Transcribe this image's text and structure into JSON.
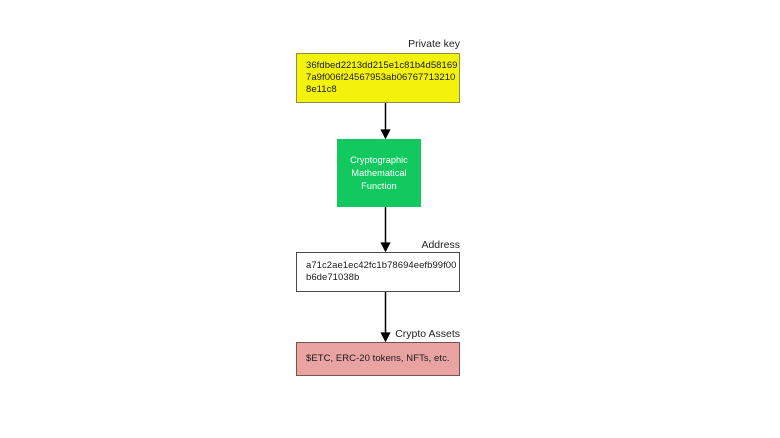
{
  "diagram": {
    "background_color": "#ffffff",
    "nodes": [
      {
        "id": "private-key",
        "label": "Private key",
        "text": "36fdbed2213dd215e1c81b4d58169\n7a9f006f24567953ab06767713210\n8e11c8",
        "fill": "#f2f20d",
        "stroke": "#8f8f3a",
        "text_color": "#1c1c1c"
      },
      {
        "id": "crypto-function",
        "label": "",
        "text": "Cryptographic\nMathematical\nFunction",
        "fill": "#11c95f",
        "stroke": "#11c95f",
        "text_color": "#ffffff"
      },
      {
        "id": "address",
        "label": "Address",
        "text": "a71c2ae1ec42fc1b78694eefb99f00\nb6de71038b",
        "fill": "#ffffff",
        "stroke": "#4a4a4a",
        "text_color": "#1a1a1a"
      },
      {
        "id": "crypto-assets",
        "label": "Crypto Assets",
        "text": "$ETC, ERC-20 tokens, NFTs, etc.",
        "fill": "#e9a3a3",
        "stroke": "#7d5050",
        "text_color": "#1a1a1a"
      }
    ],
    "edges": [
      {
        "id": "edge-key-to-function",
        "from": "private-key",
        "to": "crypto-function",
        "color": "#000000"
      },
      {
        "id": "edge-function-to-address",
        "from": "crypto-function",
        "to": "address",
        "color": "#000000"
      },
      {
        "id": "edge-address-to-assets",
        "from": "address",
        "to": "crypto-assets",
        "color": "#000000"
      }
    ]
  }
}
